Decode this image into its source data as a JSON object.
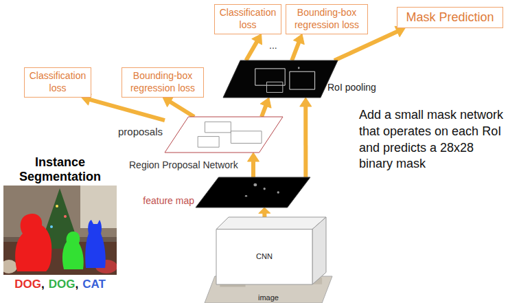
{
  "diagram": {
    "nodes": [
      {
        "text": [
          "Classification loss"
        ]
      },
      {
        "text": [
          "Bounding-box regression loss"
        ]
      },
      {
        "text": [
          "Mask Prediction"
        ]
      },
      {
        "text": [
          "Classification loss"
        ]
      },
      {
        "text": [
          "Bounding-box regression loss"
        ]
      },
      {
        "text": [
          "RoI pooling"
        ]
      },
      {
        "text": [
          "proposals",
          "Region Proposal Network"
        ]
      },
      {
        "text": [
          "feature map"
        ]
      },
      {
        "text": [
          "CNN"
        ]
      },
      {
        "text": [
          "image"
        ]
      }
    ],
    "edges": [
      {
        "from": 8,
        "to": 7,
        "arrow": "to"
      },
      {
        "from": 7,
        "to": 6,
        "arrow": "to"
      },
      {
        "from": 7,
        "to": 5,
        "arrow": "to"
      },
      {
        "from": 6,
        "to": 3,
        "arrow": "to"
      },
      {
        "from": 6,
        "to": 4,
        "arrow": "to"
      },
      {
        "from": 6,
        "to": 5,
        "arrow": "to"
      },
      {
        "from": 5,
        "to": 0,
        "arrow": "to"
      },
      {
        "from": 5,
        "to": 1,
        "arrow": "to"
      },
      {
        "from": 5,
        "to": 2,
        "arrow": "to"
      }
    ],
    "labels": [
      "...",
      "Add a small mask network that operates on each RoI and predicts a 28x28 binary mask",
      "Instance Segmentation",
      "DOG",
      ",",
      "DOG",
      ",",
      "CAT"
    ]
  }
}
